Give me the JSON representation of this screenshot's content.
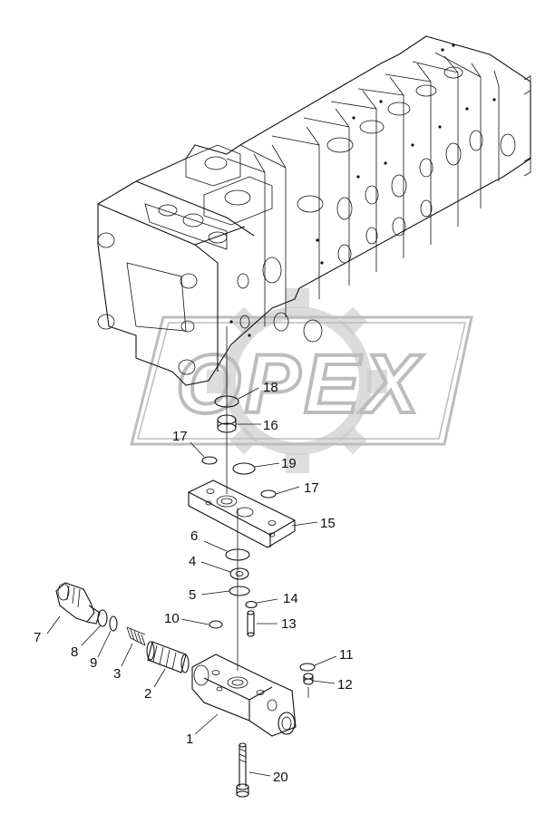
{
  "watermark": {
    "text": "OPEX"
  },
  "parts": [
    {
      "id": "p1",
      "number": "1"
    },
    {
      "id": "p2",
      "number": "2"
    },
    {
      "id": "p3",
      "number": "3"
    },
    {
      "id": "p4",
      "number": "4"
    },
    {
      "id": "p5",
      "number": "5"
    },
    {
      "id": "p6",
      "number": "6"
    },
    {
      "id": "p7",
      "number": "7"
    },
    {
      "id": "p8",
      "number": "8"
    },
    {
      "id": "p9",
      "number": "9"
    },
    {
      "id": "p10",
      "number": "10"
    },
    {
      "id": "p11",
      "number": "11"
    },
    {
      "id": "p12",
      "number": "12"
    },
    {
      "id": "p13",
      "number": "13"
    },
    {
      "id": "p14",
      "number": "14"
    },
    {
      "id": "p15",
      "number": "15"
    },
    {
      "id": "p16",
      "number": "16"
    },
    {
      "id": "p17a",
      "number": "17"
    },
    {
      "id": "p17b",
      "number": "17"
    },
    {
      "id": "p18",
      "number": "18"
    },
    {
      "id": "p19",
      "number": "19"
    },
    {
      "id": "p20",
      "number": "20"
    }
  ]
}
